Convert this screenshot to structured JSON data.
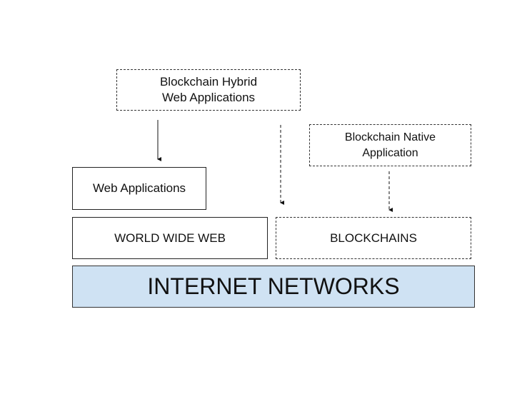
{
  "diagram": {
    "nodes": {
      "hybrid": {
        "line1": "Blockchain Hybrid",
        "line2": "Web Applications",
        "style": "dashed"
      },
      "native": {
        "line1": "Blockchain Native",
        "line2": "Application",
        "style": "dashed"
      },
      "web_apps": {
        "label": "Web Applications",
        "style": "solid"
      },
      "www": {
        "label": "WORLD WIDE WEB",
        "style": "solid"
      },
      "blockchains": {
        "label": "BLOCKCHAINS",
        "style": "dashed"
      },
      "internet": {
        "label": "INTERNET NETWORKS",
        "style": "solid",
        "fill": "#cfe2f3"
      }
    },
    "edges": [
      {
        "from": "hybrid",
        "to": "web_apps",
        "style": "solid"
      },
      {
        "from": "hybrid",
        "to": "blockchains",
        "style": "dashed"
      },
      {
        "from": "native",
        "to": "blockchains",
        "style": "dashed"
      }
    ]
  }
}
